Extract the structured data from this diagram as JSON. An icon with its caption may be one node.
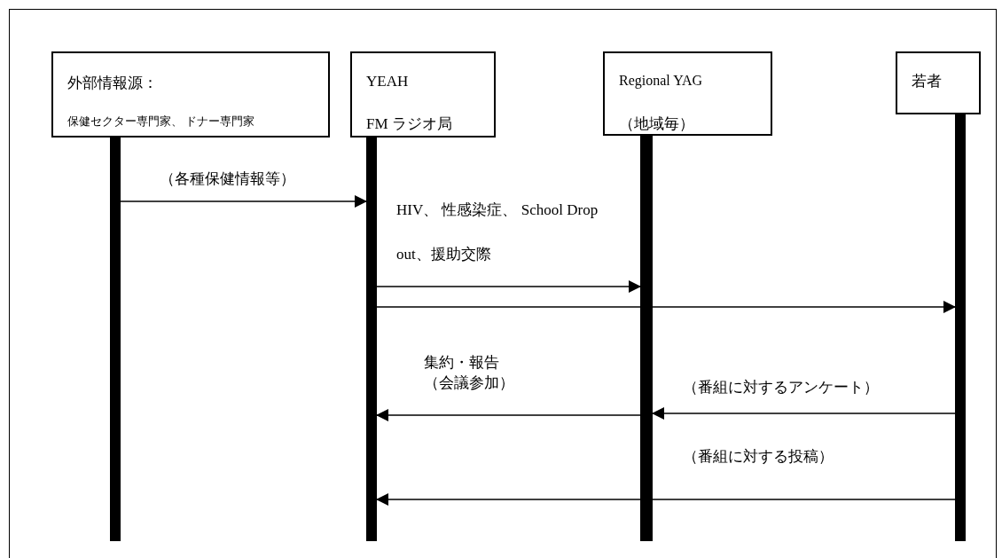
{
  "diagram": {
    "nodes": [
      {
        "text": [
          "外部情報源：",
          "保健セクター専門家、 ドナー専門家"
        ]
      },
      {
        "text": [
          "YEAH",
          "FM ラジオ局"
        ]
      },
      {
        "text": [
          "Regional YAG",
          "（地域毎）"
        ]
      },
      {
        "text": [
          "若者"
        ]
      },
      {
        "text": [],
        "shape": "bar"
      },
      {
        "text": [],
        "shape": "bar"
      },
      {
        "text": [],
        "shape": "bar"
      },
      {
        "text": [],
        "shape": "bar"
      }
    ],
    "edges": [
      {
        "from": 4,
        "to": 5,
        "arrow": "to",
        "label": "（各種保健情報等）"
      },
      {
        "from": 5,
        "to": 6,
        "arrow": "to",
        "label": "HIV、 性感染症、 School Drop out、援助交際"
      },
      {
        "from": 5,
        "to": 7,
        "arrow": "to"
      },
      {
        "from": 6,
        "to": 5,
        "arrow": "to",
        "label": "集約・報告（会議参加）"
      },
      {
        "from": 7,
        "to": 6,
        "arrow": "to",
        "label": "（番組に対するアンケート）"
      },
      {
        "from": 7,
        "to": 5,
        "arrow": "to",
        "label": "（番組に対する投稿）"
      }
    ]
  }
}
